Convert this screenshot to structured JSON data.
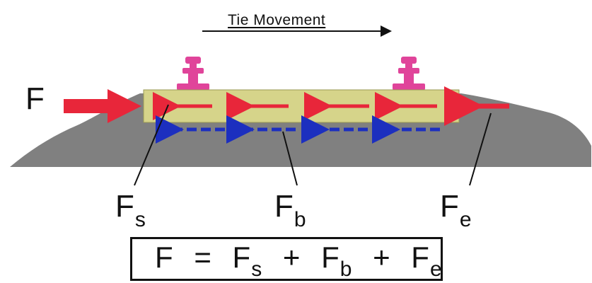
{
  "diagram": {
    "movement_label": "Tie Movement",
    "applied_force": "F",
    "labels": {
      "fs": {
        "main": "F",
        "sub": "s"
      },
      "fb": {
        "main": "F",
        "sub": "b"
      },
      "fe": {
        "main": "F",
        "sub": "e"
      }
    },
    "equation": {
      "lhs": "F",
      "equals": "=",
      "plus": "+",
      "terms": [
        {
          "main": "F",
          "sub": "s"
        },
        {
          "main": "F",
          "sub": "b"
        },
        {
          "main": "F",
          "sub": "e"
        }
      ]
    },
    "colors": {
      "ballast": "#7f7f7f",
      "tie": "#d6d48a",
      "rail": "#e0449a",
      "applied_force": "#e8263a",
      "side_friction": "#e8263a",
      "base_friction": "#1c2fbf",
      "end_resistance": "#e8263a"
    }
  }
}
